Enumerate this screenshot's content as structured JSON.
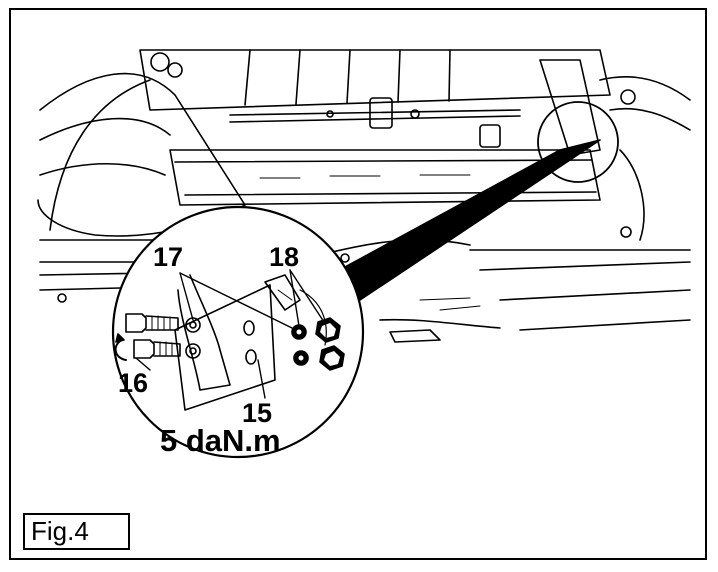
{
  "callouts": {
    "part_17": "17",
    "part_18": "18",
    "part_16": "16",
    "part_15": "15",
    "torque": "5 daN.m"
  },
  "figure_label": "Fig.4",
  "colors": {
    "ink": "#000000",
    "paper": "#ffffff"
  }
}
